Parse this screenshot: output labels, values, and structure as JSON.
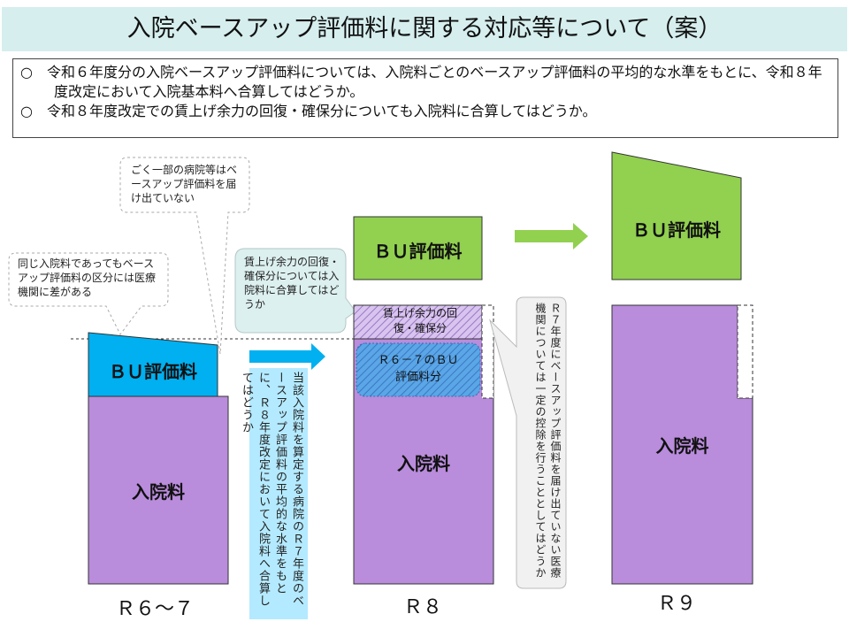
{
  "title": "入院ベースアップ評価料に関する対応等について（案）",
  "summary": [
    "○　令和６年度分の入院ベースアップ評価料については、入院料ごとのベースアップ評価料の平均的な水準をもとに、令和８年度改定において入院基本料へ合算してはどうか。",
    "○　令和８年度改定での賃上げ余力の回復・確保分についても入院料に合算してはどうか。"
  ],
  "columns": {
    "r6_7": {
      "year": "Ｒ６～７",
      "bu": "ＢＵ評価料",
      "base": "入院料"
    },
    "r8": {
      "year": "Ｒ８",
      "bu": "ＢＵ評価料",
      "recovery": "賃上げ余力の回復・確保分",
      "prior_bu": "Ｒ６－７のＢＵ評価料分",
      "base": "入院料"
    },
    "r9": {
      "year": "Ｒ９",
      "bu": "ＢＵ評価料",
      "base": "入院料"
    }
  },
  "callouts": {
    "variation": "同じ入院料であってもベースアップ評価料の区分には医療機関に差がある",
    "not_filed": "ごく一部の病院等はベースアップ評価料を届け出ていない",
    "recovery": "賃上げ余力の回復・確保分については入院料に合算してはどうか",
    "merge": "当該入院料を算定する病院のＲ７年度のベースアップ評価料の平均的な水準をもとに、Ｒ８年度改定において入院料へ合算してはどうか",
    "deduction": "Ｒ７年度にベースアップ評価料を届け出ていない医療機関については一定の控除を行うこととしてはどうか"
  },
  "colors": {
    "purple": "#b98cdc",
    "blue": "#00b0f0",
    "green": "#92d050",
    "title_bg": "#d6eeee"
  }
}
